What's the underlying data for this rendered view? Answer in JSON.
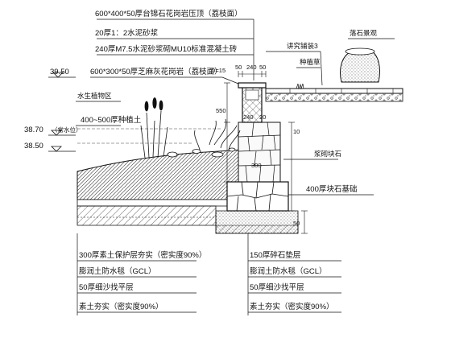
{
  "callouts_top": [
    "600*400*50厚台锦石花岗岩压顶（荔枝面）",
    "20厚1：2水泥砂浆",
    "240厚M7.5水泥砂浆砌MU10标准混凝土砖"
  ],
  "callout_wall_face": "600*300*50厚芝麻灰花岗岩（荔枝面）",
  "callout_aquatic": "水生植物区",
  "callout_planting_soil": "400~500厚种植土",
  "callout_drain": "讲究铺装3",
  "callout_grass": "种植草",
  "callout_boulder": "落石景观",
  "callout_rubble": "浆砌块石",
  "callout_base": "400厚块石基础",
  "dim_d": "D=15",
  "dims_top": [
    "50",
    "240",
    "50"
  ],
  "dim_vertical_550": "550",
  "dims_inner": [
    "240",
    "20"
  ],
  "dim_low_300": "300",
  "dim_low_10": "10",
  "dim_low_50": "50",
  "elevations": [
    {
      "value": "39.50",
      "note": ""
    },
    {
      "value": "38.70",
      "note": "（常水位）"
    },
    {
      "value": "38.50",
      "note": ""
    }
  ],
  "layers_left": [
    "300厚素土保护层夯实（密实度90%）",
    "膨润土防水毯（GCL）",
    "50厚细沙找平层",
    "素土夯实（密实度90%）"
  ],
  "layers_right": [
    "150厚碎石垫层",
    "膨润土防水毯（GCL）",
    "50厚细沙找平层",
    "素土夯实（密实度90%）"
  ]
}
